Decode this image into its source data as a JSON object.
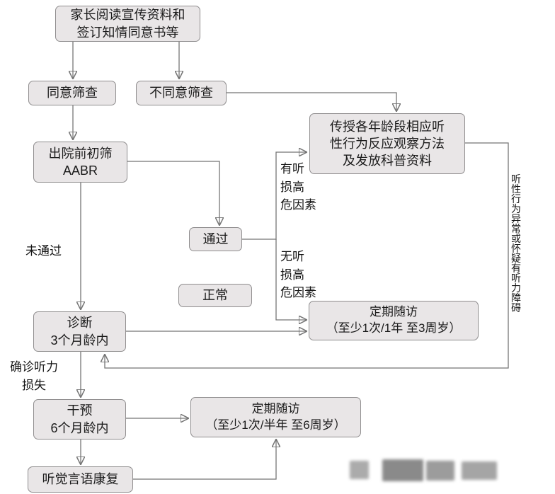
{
  "diagram": {
    "nodes": {
      "read_materials": "家长阅读宣传资料和\n签订知情同意书等",
      "agree": "同意筛查",
      "disagree": "不同意筛查",
      "initial_screen": "出院前初筛\nAABR",
      "teach": "传授各年龄段相应听\n性行为反应观察方法\n及发放科普资料",
      "pass": "通过",
      "normal": "正常",
      "diagnosis": "诊断\n3个月龄内",
      "followup_3y": "定期随访\n（至少1次/1年 至3周岁）",
      "intervention": "干预\n6个月龄内",
      "followup_6y": "定期随访\n（至少1次/半年 至6周岁）",
      "rehab": "听觉言语康复"
    },
    "edge_labels": {
      "not_pass": "未通过",
      "high_risk": "有听\n损高\n危因素",
      "no_risk": "无听\n损高\n危因素",
      "confirmed_loss": "确诊听力\n损失",
      "abnormal_behavior": "听性行为异常或怀疑有听力障碍"
    },
    "colors": {
      "node_fill": "#e9e6e7",
      "node_border": "#8f8d8e",
      "line": "#757575",
      "text": "#1b1b1b",
      "background": "#ffffff"
    }
  }
}
